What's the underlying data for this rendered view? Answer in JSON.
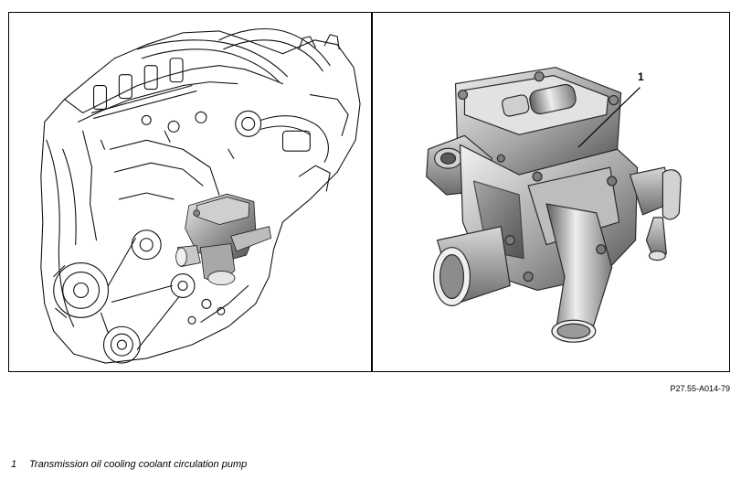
{
  "figure": {
    "callout": "1",
    "reference": "P27.55-A014-79"
  },
  "legend": [
    {
      "number": "1",
      "text": "Transmission oil cooling coolant circulation pump"
    }
  ]
}
